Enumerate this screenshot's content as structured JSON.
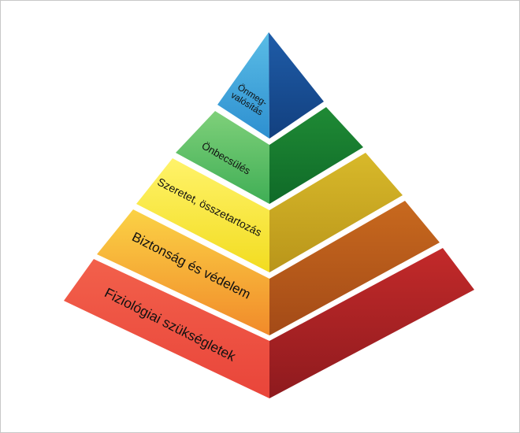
{
  "levels": [
    {
      "label_lines": [
        "Önmeg-",
        "valósítás"
      ],
      "colors": {
        "front_top": "#5bbde6",
        "front_bottom": "#2d8fd0",
        "side_top": "#1f5ca8",
        "side_bottom": "#12407f"
      }
    },
    {
      "label_lines": [
        "Önbecsülés"
      ],
      "colors": {
        "front_top": "#7fd07a",
        "front_bottom": "#3fae55",
        "side_top": "#1f8a35",
        "side_bottom": "#0f6a28"
      }
    },
    {
      "label_lines": [
        "Szeretet, összetartozás"
      ],
      "colors": {
        "front_top": "#fff36a",
        "front_bottom": "#f2dc20",
        "side_top": "#d8b92a",
        "side_bottom": "#b9951a"
      }
    },
    {
      "label_lines": [
        "Biztonság és védelem"
      ],
      "colors": {
        "front_top": "#fbd245",
        "front_bottom": "#f18a2a",
        "side_top": "#c8691e",
        "side_bottom": "#a34a17"
      }
    },
    {
      "label_lines": [
        "Fiziológiai szükségletek"
      ],
      "colors": {
        "front_top": "#f2604b",
        "front_bottom": "#e9453a",
        "side_top": "#c32a2a",
        "side_bottom": "#8e1a1e"
      }
    }
  ]
}
